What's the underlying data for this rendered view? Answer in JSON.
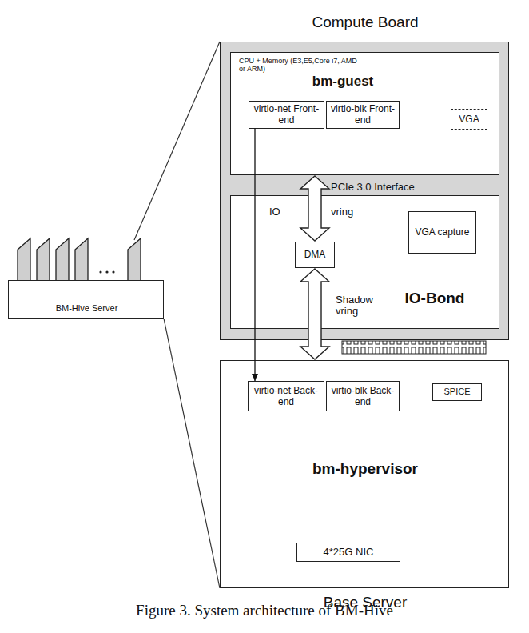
{
  "diagram": {
    "caption": "Figure 3. System architecture of BM-Hive",
    "nodes": [
      {
        "text": [
          "BM-Hive Server"
        ]
      },
      {
        "text": [
          "Compute Board"
        ]
      },
      {
        "text": [
          "CPU + Memory (E3,E5,Core i7, AMD or ARM)",
          "bm-guest"
        ],
        "in": 1
      },
      {
        "text": [
          "virtio-net Front-end"
        ],
        "in": 2
      },
      {
        "text": [
          "virtio-blk Front-end"
        ],
        "in": 2
      },
      {
        "text": [
          "VGA"
        ],
        "in": 2
      },
      {
        "text": [
          "IO-Bond"
        ],
        "in": 1
      },
      {
        "text": [
          "DMA"
        ],
        "in": 6
      },
      {
        "text": [
          "VGA capture"
        ],
        "in": 6
      },
      {
        "text": [
          "bm-hypervisor",
          "Base Server"
        ]
      },
      {
        "text": [
          "virtio-net Back-end"
        ],
        "in": 9
      },
      {
        "text": [
          "virtio-blk Back-end"
        ],
        "in": 9
      },
      {
        "text": [
          "SPICE"
        ],
        "in": 9
      },
      {
        "text": [
          "4*25G NIC"
        ],
        "in": 9
      }
    ],
    "edges": [
      {
        "from": 3,
        "to": 10,
        "arrow": "to"
      },
      {
        "from": 2,
        "to": 7,
        "arrow": "both"
      },
      {
        "from": 7,
        "to": 9,
        "arrow": "both"
      }
    ],
    "labels": [
      "PCIe 3.0 Interface",
      "IO",
      "vring",
      "Shadow vring"
    ]
  }
}
